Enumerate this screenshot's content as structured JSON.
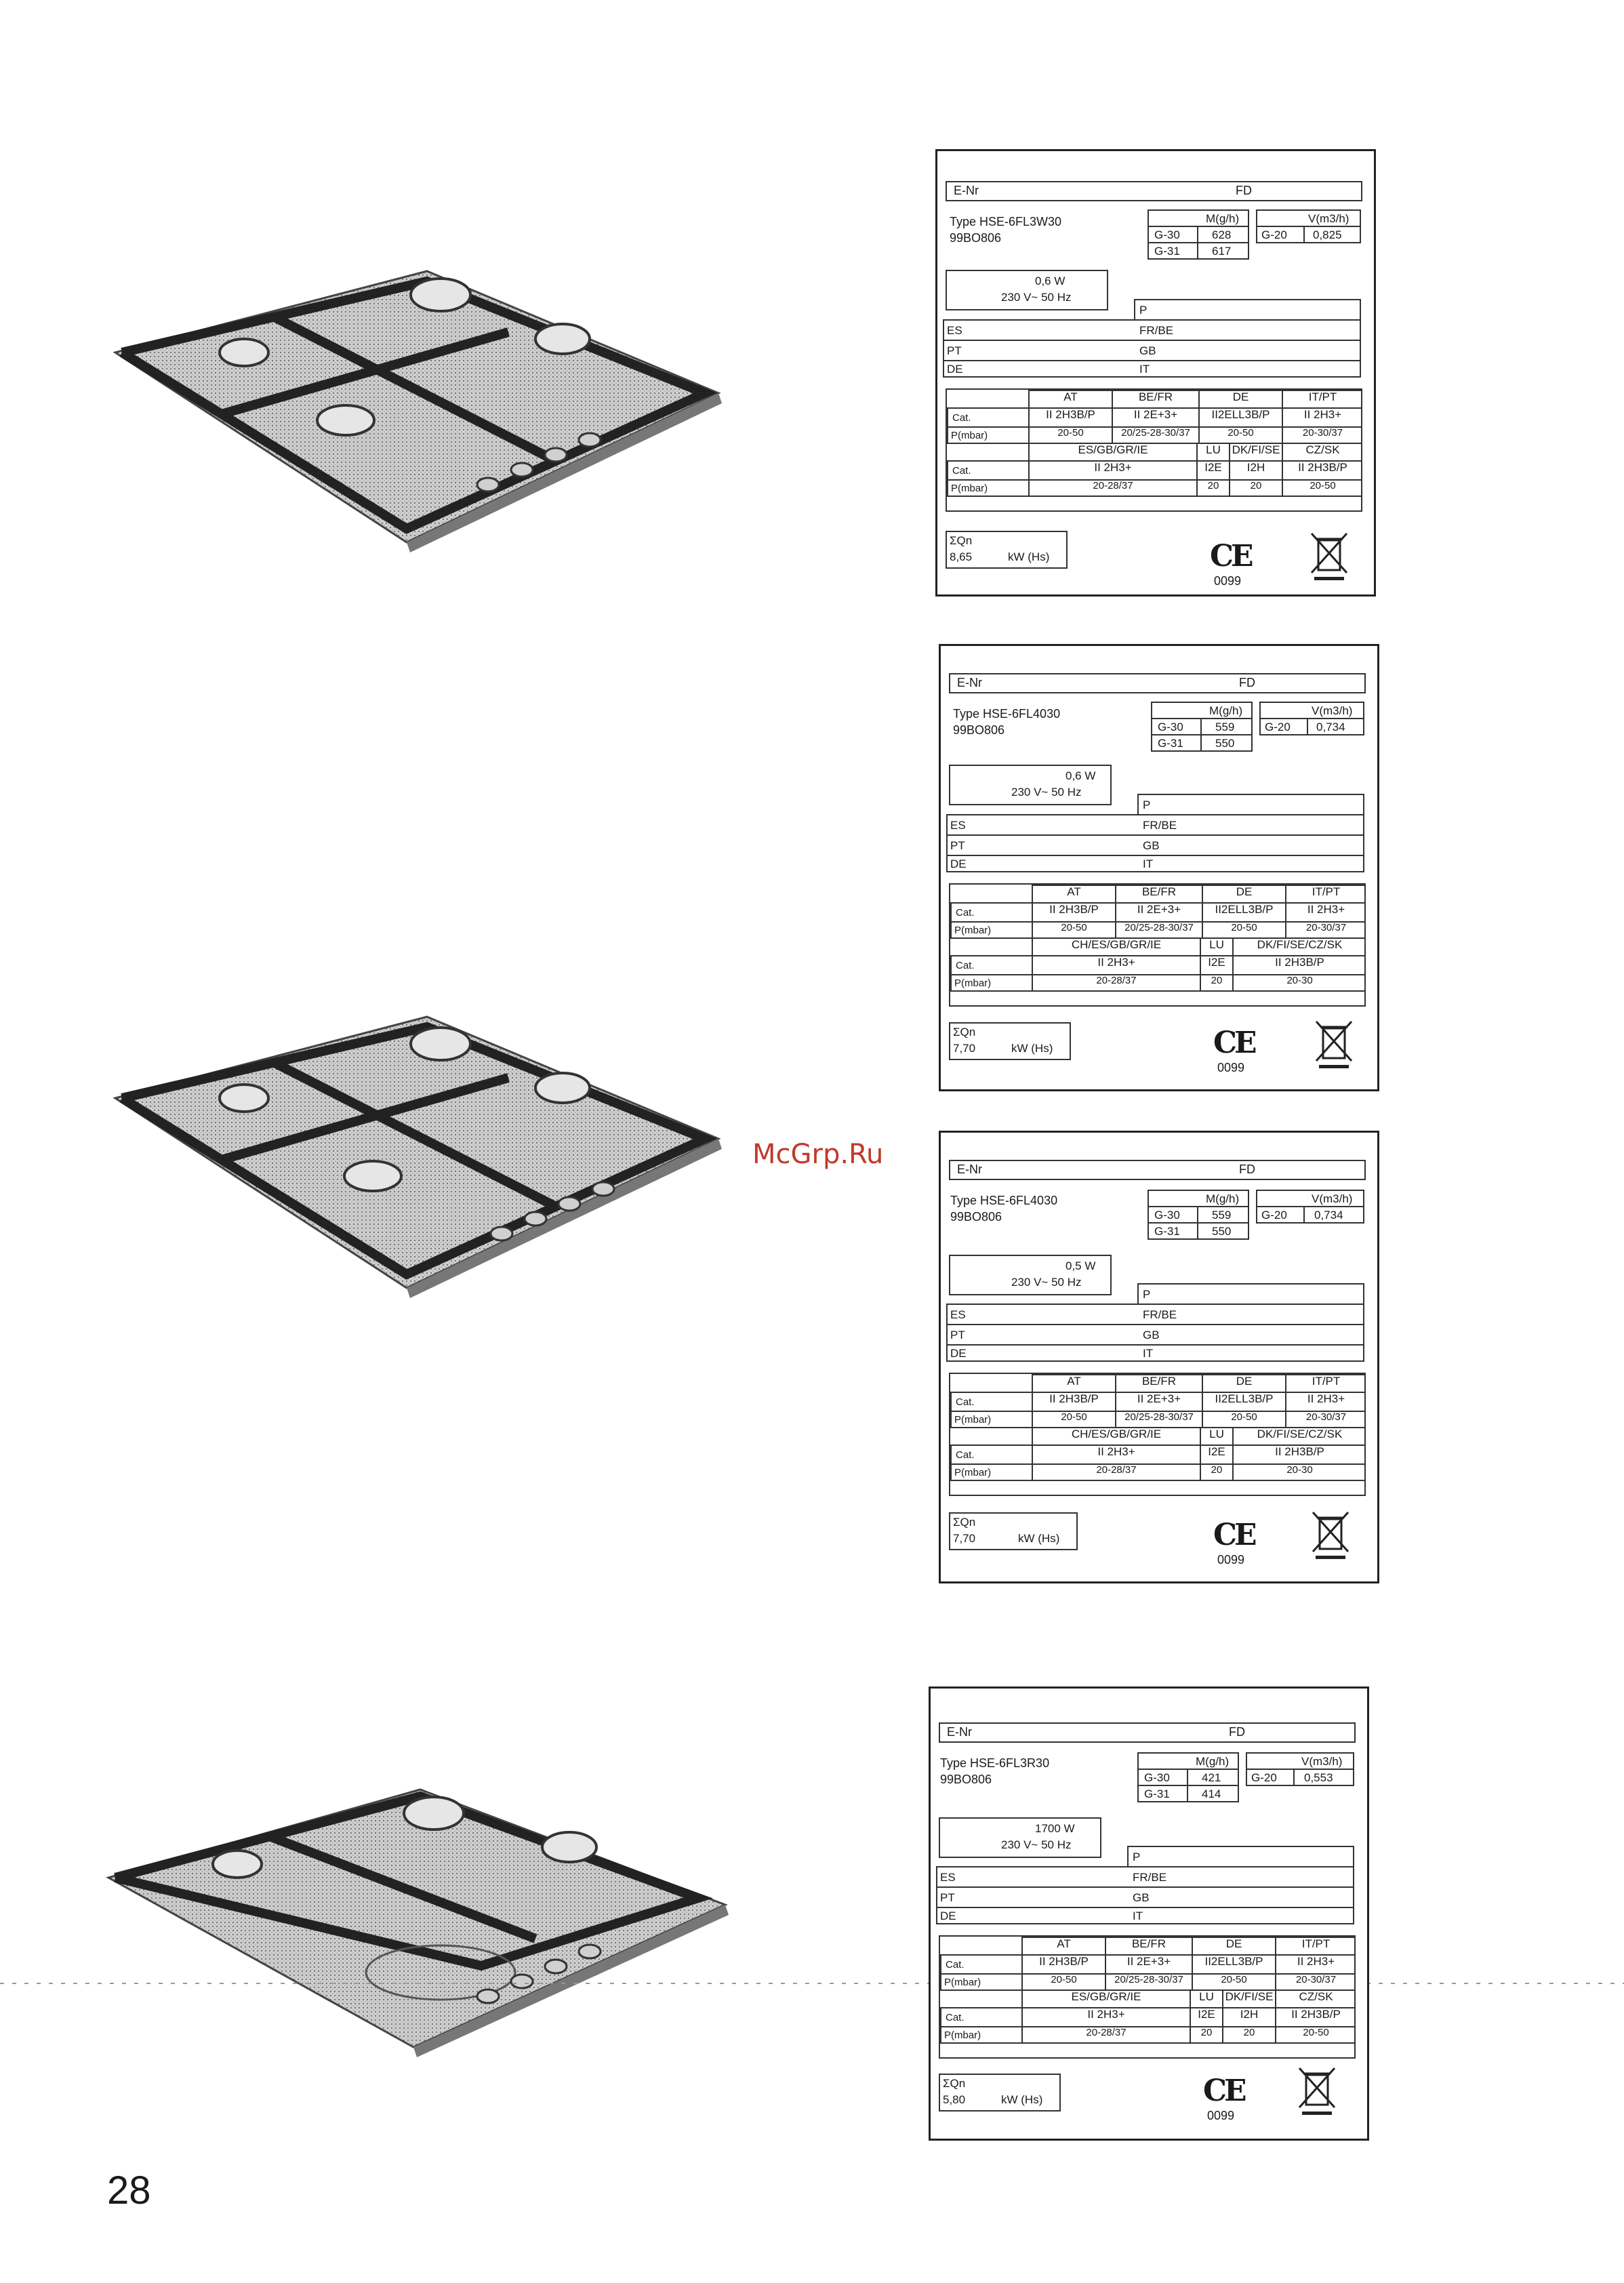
{
  "page_number": "28",
  "watermark": "McGrp.Ru",
  "plates": [
    {
      "enr": "E-Nr",
      "fd": "FD",
      "type": "Type  HSE-6FL3W30",
      "code": "99BO806",
      "power": "0,6 W",
      "voltage": "230 V~ 50 Hz",
      "m_head": "M(g/h)",
      "v_head": "V(m3/h)",
      "g30": "G-30",
      "g30v": "628",
      "g31": "G-31",
      "g31v": "617",
      "g20": "G-20",
      "g20v": "0,825",
      "p": "P",
      "es": "ES",
      "frbe": "FR/BE",
      "pt": "PT",
      "gb": "GB",
      "de": "DE",
      "it": "IT",
      "r1": [
        "AT",
        "BE/FR",
        "DE",
        "IT/PT"
      ],
      "cat": "Cat.",
      "pmbar": "P(mbar)",
      "c1": [
        "II 2H3B/P",
        "II 2E+3+",
        "II2ELL3B/P",
        "II 2H3+"
      ],
      "p1": [
        "20-50",
        "20/25-28-30/37",
        "20-50",
        "20-30/37"
      ],
      "r2": [
        "ES/GB/GR/IE",
        "LU",
        "DK/FI/SE",
        "CZ/SK"
      ],
      "c2": [
        "II 2H3+",
        "I2E",
        "I2H",
        "II 2H3B/P"
      ],
      "p2": [
        "20-28/37",
        "20",
        "20",
        "20-50"
      ],
      "qn": "ΣQn",
      "qnv": "8,65",
      "kw": "kW (Hs)",
      "ce": "CE",
      "ce_no": "0099"
    },
    {
      "enr": "E-Nr",
      "fd": "FD",
      "type": "Type  HSE-6FL4030",
      "code": "99BO806",
      "power": "0,6 W",
      "voltage": "230 V~ 50 Hz",
      "m_head": "M(g/h)",
      "v_head": "V(m3/h)",
      "g30": "G-30",
      "g30v": "559",
      "g31": "G-31",
      "g31v": "550",
      "g20": "G-20",
      "g20v": "0,734",
      "p": "P",
      "es": "ES",
      "frbe": "FR/BE",
      "pt": "PT",
      "gb": "GB",
      "de": "DE",
      "it": "IT",
      "r1": [
        "AT",
        "BE/FR",
        "DE",
        "IT/PT"
      ],
      "cat": "Cat.",
      "pmbar": "P(mbar)",
      "c1": [
        "II 2H3B/P",
        "II 2E+3+",
        "II2ELL3B/P",
        "II 2H3+"
      ],
      "p1": [
        "20-50",
        "20/25-28-30/37",
        "20-50",
        "20-30/37"
      ],
      "r2": [
        "CH/ES/GB/GR/IE",
        "LU",
        "DK/FI/SE/CZ/SK"
      ],
      "c2": [
        "II 2H3+",
        "I2E",
        "II 2H3B/P"
      ],
      "p2": [
        "20-28/37",
        "20",
        "20-30"
      ],
      "qn": "ΣQn",
      "qnv": "7,70",
      "kw": "kW (Hs)",
      "ce": "CE",
      "ce_no": "0099"
    },
    {
      "enr": "E-Nr",
      "fd": "FD",
      "type": "Type  HSE-6FL4030",
      "code": "99BO806",
      "power": "0,5 W",
      "voltage": "230 V~ 50 Hz",
      "m_head": "M(g/h)",
      "v_head": "V(m3/h)",
      "g30": "G-30",
      "g30v": "559",
      "g31": "G-31",
      "g31v": "550",
      "g20": "G-20",
      "g20v": "0,734",
      "p": "P",
      "es": "ES",
      "frbe": "FR/BE",
      "pt": "PT",
      "gb": "GB",
      "de": "DE",
      "it": "IT",
      "r1": [
        "AT",
        "BE/FR",
        "DE",
        "IT/PT"
      ],
      "cat": "Cat.",
      "pmbar": "P(mbar)",
      "c1": [
        "II 2H3B/P",
        "II 2E+3+",
        "II2ELL3B/P",
        "II 2H3+"
      ],
      "p1": [
        "20-50",
        "20/25-28-30/37",
        "20-50",
        "20-30/37"
      ],
      "r2": [
        "CH/ES/GB/GR/IE",
        "LU",
        "DK/FI/SE/CZ/SK"
      ],
      "c2": [
        "II 2H3+",
        "I2E",
        "II 2H3B/P"
      ],
      "p2": [
        "20-28/37",
        "20",
        "20-30"
      ],
      "qn": "ΣQn",
      "qnv": "7,70",
      "kw": "kW (Hs)",
      "ce": "CE",
      "ce_no": "0099"
    },
    {
      "enr": "E-Nr",
      "fd": "FD",
      "type": "Type  HSE-6FL3R30",
      "code": "99BO806",
      "power": "1700 W",
      "voltage": "230 V~ 50 Hz",
      "m_head": "M(g/h)",
      "v_head": "V(m3/h)",
      "g30": "G-30",
      "g30v": "421",
      "g31": "G-31",
      "g31v": "414",
      "g20": "G-20",
      "g20v": "0,553",
      "p": "P",
      "es": "ES",
      "frbe": "FR/BE",
      "pt": "PT",
      "gb": "GB",
      "de": "DE",
      "it": "IT",
      "r1": [
        "AT",
        "BE/FR",
        "DE",
        "IT/PT"
      ],
      "cat": "Cat.",
      "pmbar": "P(mbar)",
      "c1": [
        "II 2H3B/P",
        "II 2E+3+",
        "II2ELL3B/P",
        "II 2H3+"
      ],
      "p1": [
        "20-50",
        "20/25-28-30/37",
        "20-50",
        "20-30/37"
      ],
      "r2": [
        "ES/GB/GR/IE",
        "LU",
        "DK/FI/SE",
        "CZ/SK"
      ],
      "c2": [
        "II 2H3+",
        "I2E",
        "I2H",
        "II 2H3B/P"
      ],
      "p2": [
        "20-28/37",
        "20",
        "20",
        "20-50"
      ],
      "qn": "ΣQn",
      "qnv": "5,80",
      "kw": "kW (Hs)",
      "ce": "CE",
      "ce_no": "0099"
    }
  ]
}
